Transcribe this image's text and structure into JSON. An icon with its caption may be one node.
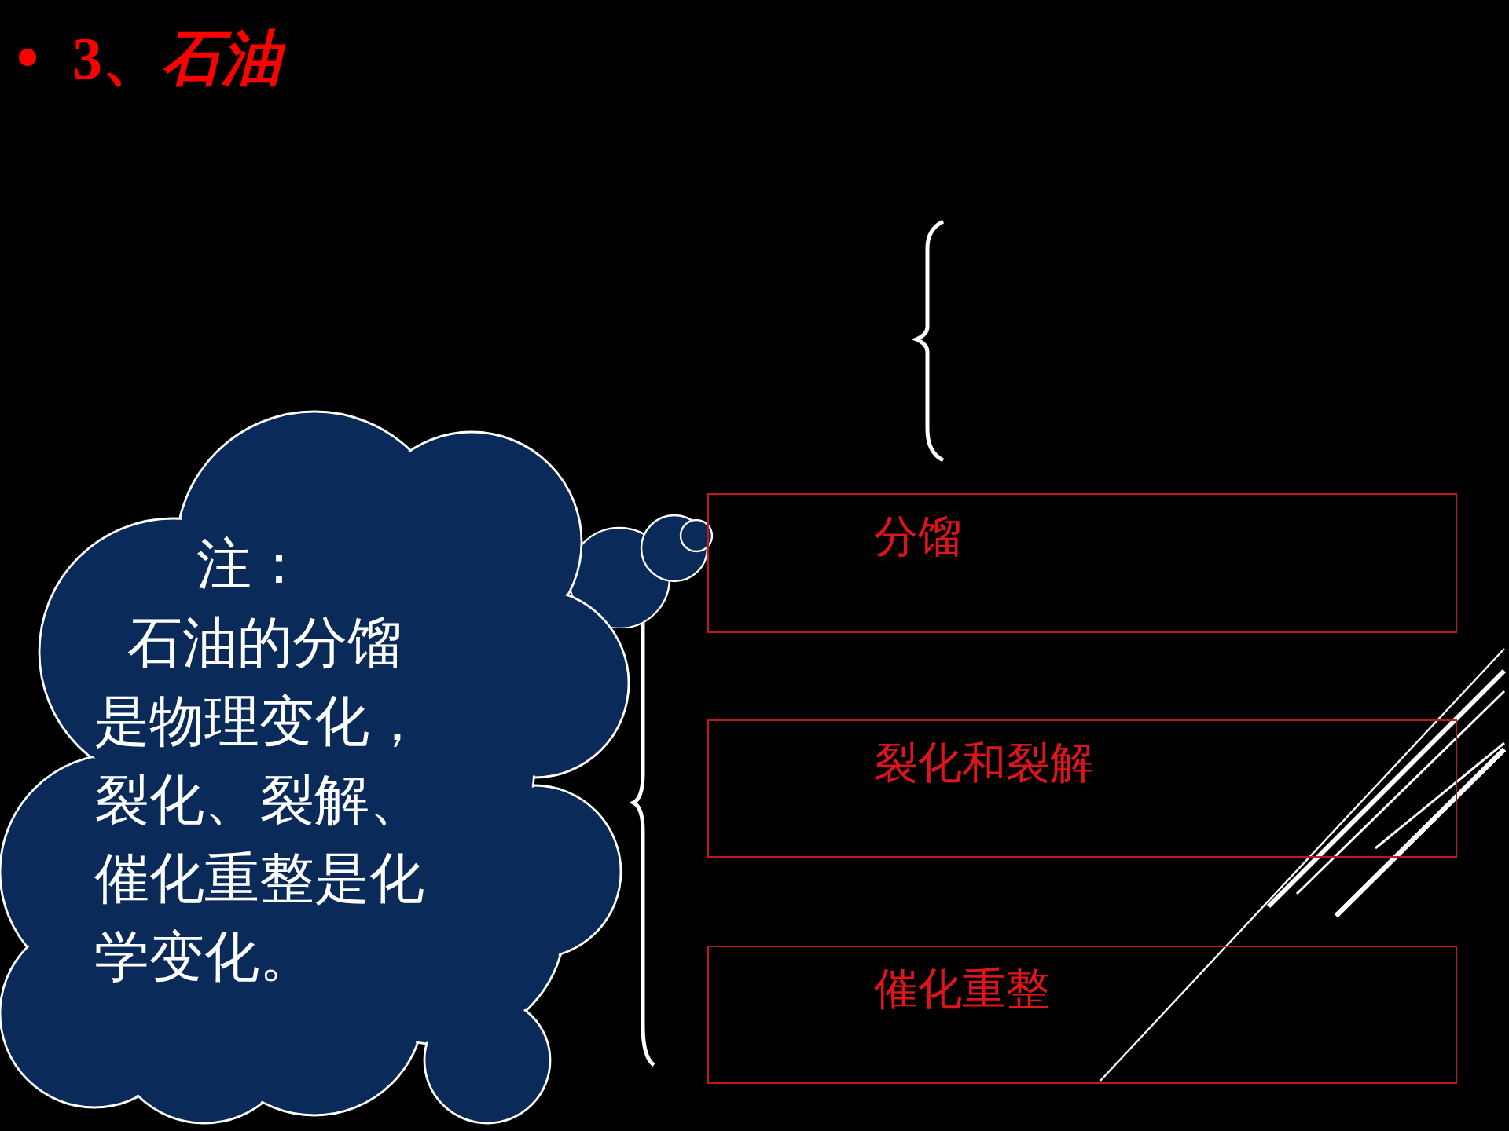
{
  "diagram": {
    "title": "3、*石油*",
    "nodes": [
      {
        "text": [
          "注：",
          "石油的分馏是物理变化，裂化、裂解、催化重整是化学变化。"
        ]
      },
      {
        "text": [
          "分馏"
        ]
      },
      {
        "text": [
          "裂化和裂解"
        ]
      },
      {
        "text": [
          "催化重整"
        ]
      }
    ]
  }
}
